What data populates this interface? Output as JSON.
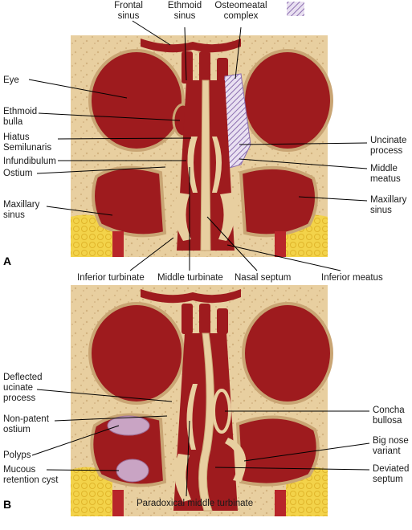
{
  "panel_a": {
    "letter": "A",
    "labels": {
      "frontal_sinus": [
        "Frontal",
        "sinus"
      ],
      "ethmoid_sinus": [
        "Ethmoid",
        "sinus"
      ],
      "osteomeatal_complex": [
        "Osteomeatal",
        "complex"
      ],
      "eye": "Eye",
      "ethmoid_bulla": [
        "Ethmoid",
        "bulla"
      ],
      "hiatus_semilunaris": [
        "Hiatus",
        "Semilunaris"
      ],
      "infundibulum": "Infundibulum",
      "ostium": "Ostium",
      "maxillary_sinus_left": [
        "Maxillary",
        "sinus"
      ],
      "uncinate_process": [
        "Uncinate",
        "process"
      ],
      "middle_meatus": [
        "Middle",
        "meatus"
      ],
      "maxillary_sinus_right": [
        "Maxillary",
        "sinus"
      ],
      "inferior_turbinate": "Inferior turbinate",
      "middle_turbinate": "Middle turbinate",
      "nasal_septum": "Nasal septum",
      "inferior_meatus": "Inferior meatus"
    }
  },
  "panel_b": {
    "letter": "B",
    "labels": {
      "deflected_uncinate_process": [
        "Deflected",
        "ucinate",
        "process"
      ],
      "non_patent_ostium": [
        "Non-patent",
        "ostium"
      ],
      "polyps": "Polyps",
      "mucous_retention_cyst": [
        "Mucous",
        "retention cyst"
      ],
      "concha_bullosa": [
        "Concha",
        "bullosa"
      ],
      "big_nose_variant": [
        "Big nose",
        "variant"
      ],
      "deviated_septum": [
        "Deviated",
        "septum"
      ],
      "paradoxical_middle_turbinate": "Paradoxical middle turbinate"
    }
  },
  "colors": {
    "bone": "#e8cfa0",
    "bone_dark": "#c9a574",
    "cavity": "#9e1b1e",
    "cavity_light": "#c0392b",
    "fat": "#f3d34a",
    "hatch": "#8c6fb0",
    "cyst": "#c9a4c4"
  }
}
